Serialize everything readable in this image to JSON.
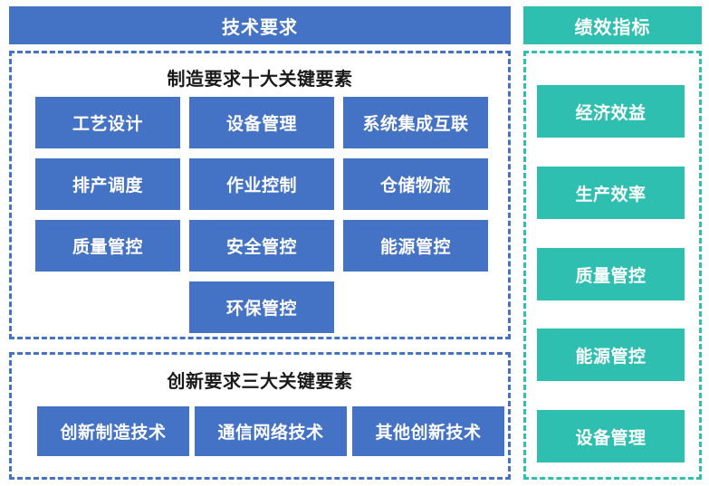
{
  "left_panel": {
    "header": "技术要求",
    "accent_color": "#4472C4",
    "sections": [
      {
        "title": "制造要求十大关键要素",
        "items": [
          "工艺设计",
          "设备管理",
          "系统集成互联",
          "排产调度",
          "作业控制",
          "仓储物流",
          "质量管控",
          "安全管控",
          "能源管控",
          "环保管控"
        ]
      },
      {
        "title": "创新要求三大关键要素",
        "items": [
          "创新制造技术",
          "通信网络技术",
          "其他创新技术"
        ]
      }
    ]
  },
  "right_panel": {
    "header": "绩效指标",
    "accent_color": "#2EBFB0",
    "items": [
      "经济效益",
      "生产效率",
      "质量管控",
      "能源管控",
      "设备管理"
    ]
  }
}
